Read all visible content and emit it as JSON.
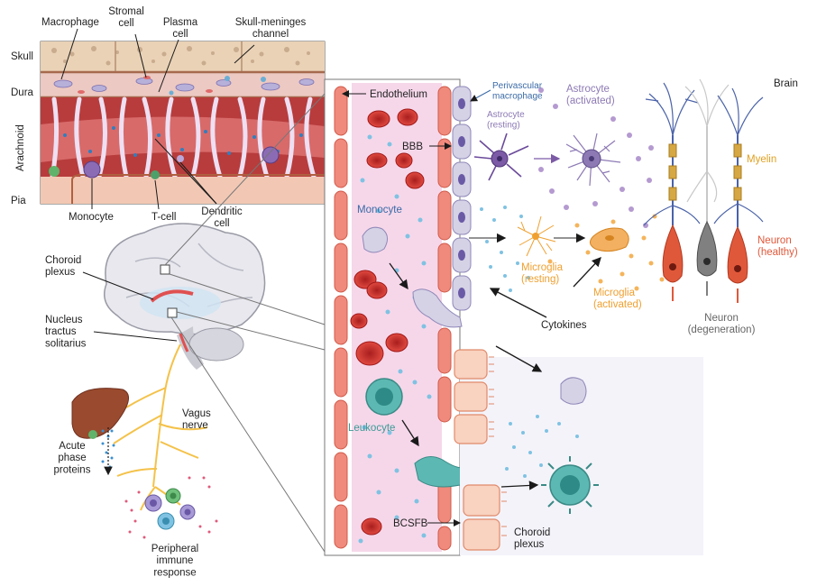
{
  "colors": {
    "blood_vessel": "#f6d7ea",
    "endothelium": "#f08a7c",
    "rbc": "#d63a36",
    "astrocyte_activated": "#8d7ab5",
    "astrocyte_resting": "#7c5aa6",
    "microglia": "#f0a030",
    "neuron_healthy": "#e0583a",
    "neuron_degenerating": "#808080",
    "myelin": "#d6a844",
    "leukocyte": "#5cb8b2",
    "vagus": "#f4c24a",
    "cytokine_dots": "#7fc2e2"
  },
  "meninges": {
    "layers": {
      "skull": "Skull",
      "dura": "Dura",
      "arachnoid": "Arachnoid",
      "pia": "Pia"
    },
    "cells": {
      "macrophage": "Macrophage",
      "stromal": "Stromal\ncell",
      "plasma": "Plasma\ncell",
      "channel": "Skull-meninges\nchannel",
      "monocyte": "Monocyte",
      "tcell": "T-cell",
      "dendritic": "Dendritic\ncell"
    }
  },
  "brain_overview": {
    "choroid_plexus": "Choroid\nplexus",
    "nts": "Nucleus\ntractus\nsolitarius",
    "vagus": "Vagus\nnerve",
    "acute_phase": "Acute\nphase\nproteins",
    "peripheral": "Peripheral\nimmune\nresponse"
  },
  "vessel": {
    "endothelium": "Endothelium",
    "bbb": "BBB",
    "monocyte": "Monocyte",
    "leukocyte": "Leukocyte",
    "bcsfb": "BCSFB",
    "choroid_plexus": "Choroid\nplexus"
  },
  "brain_side": {
    "region": "Brain",
    "perivascular": "Perivascular\nmacrophage",
    "astro_activated": "Astrocyte\n(activated)",
    "astro_resting": "Astrocyte\n(resting)",
    "microglia_resting": "Microglia\n(resting)",
    "microglia_activated": "Microglia\n(activated)",
    "cytokines": "Cytokines",
    "myelin": "Myelin",
    "neuron_healthy": "Neuron\n(healthy)",
    "neuron_degen": "Neuron\n(degeneration)"
  }
}
